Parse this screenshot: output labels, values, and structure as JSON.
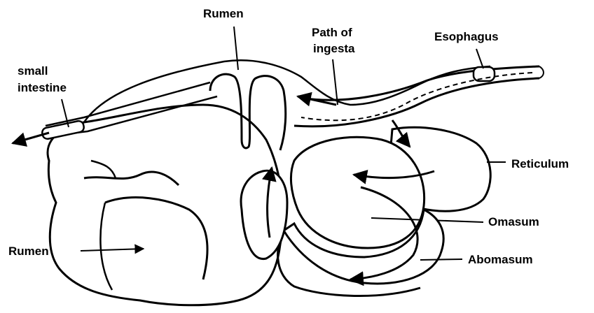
{
  "labels": {
    "rumen_top": "Rumen",
    "path_of_ingesta_line1": "Path of",
    "path_of_ingesta_line2": "ingesta",
    "esophagus": "Esophagus",
    "small_intestine_line1": "small",
    "small_intestine_line2": "intestine",
    "reticulum": "Reticulum",
    "omasum": "Omasum",
    "rumen_bottom": "Rumen",
    "abomasum": "Abomasum"
  },
  "colors": {
    "ink": "#000000",
    "organ_fill": "#ffffff",
    "background": "#ffffff"
  }
}
